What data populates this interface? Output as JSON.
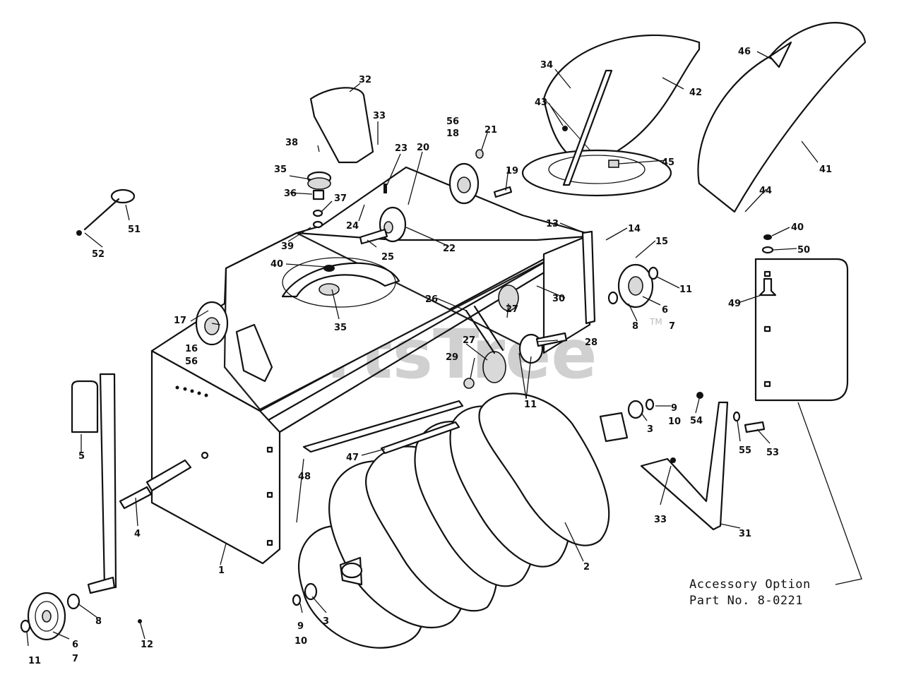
{
  "watermark": "PartsTree",
  "watermark_mark": "TM",
  "accessory_note": {
    "line1": "Accessory Option",
    "line2": "Part No. 8-0221"
  },
  "callouts": {
    "c1": "1",
    "c2": "2",
    "c3a": "3",
    "c3b": "3",
    "c4": "4",
    "c5": "5",
    "c6a": "6",
    "c7a": "7",
    "c6b": "6",
    "c7b": "7",
    "c8a": "8",
    "c8b": "8",
    "c9a": "9",
    "c10a": "10",
    "c9b": "9",
    "c10b": "10",
    "c11a": "11",
    "c11b": "11",
    "c11c": "11",
    "c12": "12",
    "c13": "13",
    "c14": "14",
    "c15": "15",
    "c16": "16",
    "c56a": "56",
    "c17": "17",
    "c56b": "56",
    "c18": "18",
    "c19": "19",
    "c20": "20",
    "c21": "21",
    "c22": "22",
    "c23": "23",
    "c24": "24",
    "c25": "25",
    "c26": "26",
    "c27a": "27",
    "c27b": "27",
    "c28": "28",
    "c29": "29",
    "c30": "30",
    "c31": "31",
    "c32": "32",
    "c33a": "33",
    "c33b": "33",
    "c34": "34",
    "c35a": "35",
    "c35b": "35",
    "c36": "36",
    "c37": "37",
    "c38": "38",
    "c39": "39",
    "c40a": "40",
    "c40b": "40",
    "c41": "41",
    "c42": "42",
    "c43": "43",
    "c44": "44",
    "c45": "45",
    "c46": "46",
    "c47": "47",
    "c48": "48",
    "c49": "49",
    "c50": "50",
    "c51": "51",
    "c52": "52",
    "c53": "53",
    "c54": "54",
    "c55": "55"
  }
}
